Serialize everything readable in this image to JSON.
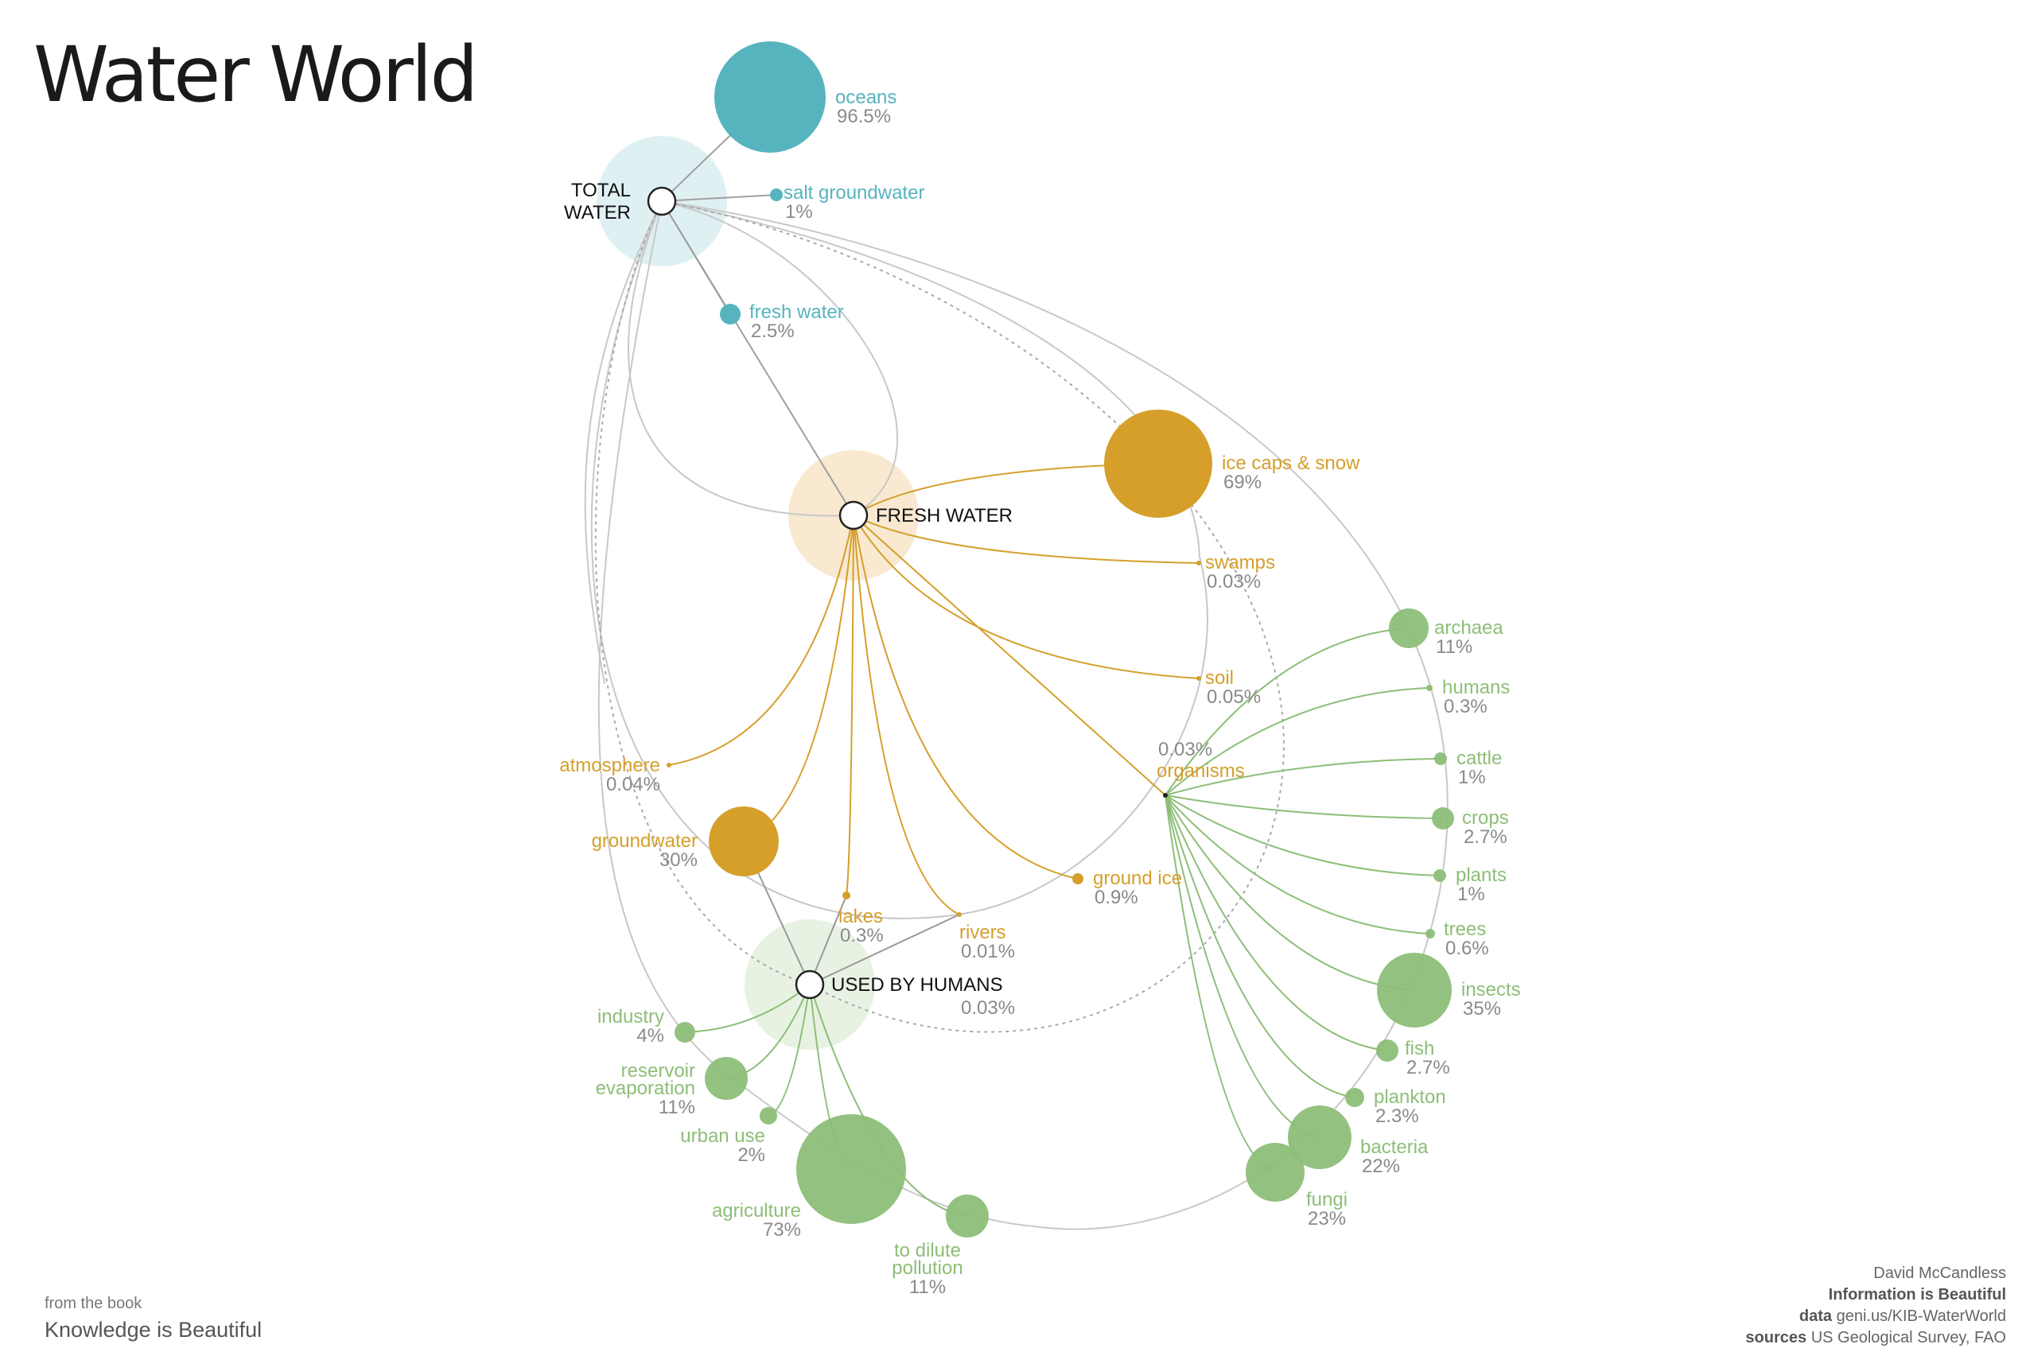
{
  "title": "Water World",
  "footer_left": {
    "from": "from the book",
    "book": "Knowledge is Beautiful"
  },
  "footer_right": {
    "author": "David McCandless",
    "publication": "Information is Beautiful",
    "data_label": "data",
    "data_value": "geni.us/KIB-WaterWorld",
    "sources_label": "sources",
    "sources_value": "US Geological Survey, FAO"
  },
  "colors": {
    "salt": "#56b4bf",
    "fresh": "#d59f2a",
    "living": "#8dbe78",
    "total_halo": "#dff0f2",
    "fresh_halo": "#f8e9d0",
    "human_halo": "#e8f2e2",
    "line": "#c8c8c8",
    "value": "#8a8a8a"
  },
  "hubs": [
    {
      "id": "total",
      "label_lines": [
        "TOTAL",
        "WATER"
      ]
    },
    {
      "id": "fresh",
      "label_lines": [
        "FRESH WATER"
      ]
    },
    {
      "id": "humans",
      "label_lines": [
        "USED BY HUMANS"
      ],
      "value": "0.03%"
    },
    {
      "id": "organisms",
      "label_lines": [
        "organisms"
      ],
      "value": "0.03%"
    }
  ],
  "nodes": [
    {
      "id": "oceans",
      "group": "salt",
      "label": "oceans",
      "value": "96.5%",
      "pct": 96.5
    },
    {
      "id": "salt-groundwater",
      "group": "salt",
      "label": "salt groundwater",
      "value": "1%",
      "pct": 1
    },
    {
      "id": "fresh-water",
      "group": "salt",
      "label": "fresh water",
      "value": "2.5%",
      "pct": 2.5
    },
    {
      "id": "ice-caps",
      "group": "fresh",
      "label": "ice caps & snow",
      "value": "69%",
      "pct": 69
    },
    {
      "id": "swamps",
      "group": "fresh",
      "label": "swamps",
      "value": "0.03%",
      "pct": 0.03
    },
    {
      "id": "soil",
      "group": "fresh",
      "label": "soil",
      "value": "0.05%",
      "pct": 0.05
    },
    {
      "id": "atmosphere",
      "group": "fresh",
      "label": "atmosphere",
      "value": "0.04%",
      "pct": 0.04
    },
    {
      "id": "groundwater",
      "group": "fresh",
      "label": "groundwater",
      "value": "30%",
      "pct": 30
    },
    {
      "id": "lakes",
      "group": "fresh",
      "label": "lakes",
      "value": "0.3%",
      "pct": 0.3
    },
    {
      "id": "rivers",
      "group": "fresh",
      "label": "rivers",
      "value": "0.01%",
      "pct": 0.01
    },
    {
      "id": "ground-ice",
      "group": "fresh",
      "label": "ground ice",
      "value": "0.9%",
      "pct": 0.9
    },
    {
      "id": "archaea",
      "group": "living",
      "label": "archaea",
      "value": "11%",
      "pct": 11
    },
    {
      "id": "humans-org",
      "group": "living",
      "label": "humans",
      "value": "0.3%",
      "pct": 0.3
    },
    {
      "id": "cattle",
      "group": "living",
      "label": "cattle",
      "value": "1%",
      "pct": 1
    },
    {
      "id": "crops",
      "group": "living",
      "label": "crops",
      "value": "2.7%",
      "pct": 2.7
    },
    {
      "id": "plants",
      "group": "living",
      "label": "plants",
      "value": "1%",
      "pct": 1
    },
    {
      "id": "trees",
      "group": "living",
      "label": "trees",
      "value": "0.6%",
      "pct": 0.6
    },
    {
      "id": "insects",
      "group": "living",
      "label": "insects",
      "value": "35%",
      "pct": 35
    },
    {
      "id": "fish",
      "group": "living",
      "label": "fish",
      "value": "2.7%",
      "pct": 2.7
    },
    {
      "id": "plankton",
      "group": "living",
      "label": "plankton",
      "value": "2.3%",
      "pct": 2.3
    },
    {
      "id": "bacteria",
      "group": "living",
      "label": "bacteria",
      "value": "22%",
      "pct": 22
    },
    {
      "id": "fungi",
      "group": "living",
      "label": "fungi",
      "value": "23%",
      "pct": 23
    },
    {
      "id": "industry",
      "group": "living",
      "label": "industry",
      "value": "4%",
      "pct": 4
    },
    {
      "id": "reservoir",
      "group": "living",
      "label": "reservoir evaporation",
      "value": "11%",
      "pct": 11
    },
    {
      "id": "urban",
      "group": "living",
      "label": "urban use",
      "value": "2%",
      "pct": 2
    },
    {
      "id": "agriculture",
      "group": "living",
      "label": "agriculture",
      "value": "73%",
      "pct": 73
    },
    {
      "id": "dilute",
      "group": "living",
      "label": "to dilute pollution",
      "value": "11%",
      "pct": 11
    }
  ]
}
